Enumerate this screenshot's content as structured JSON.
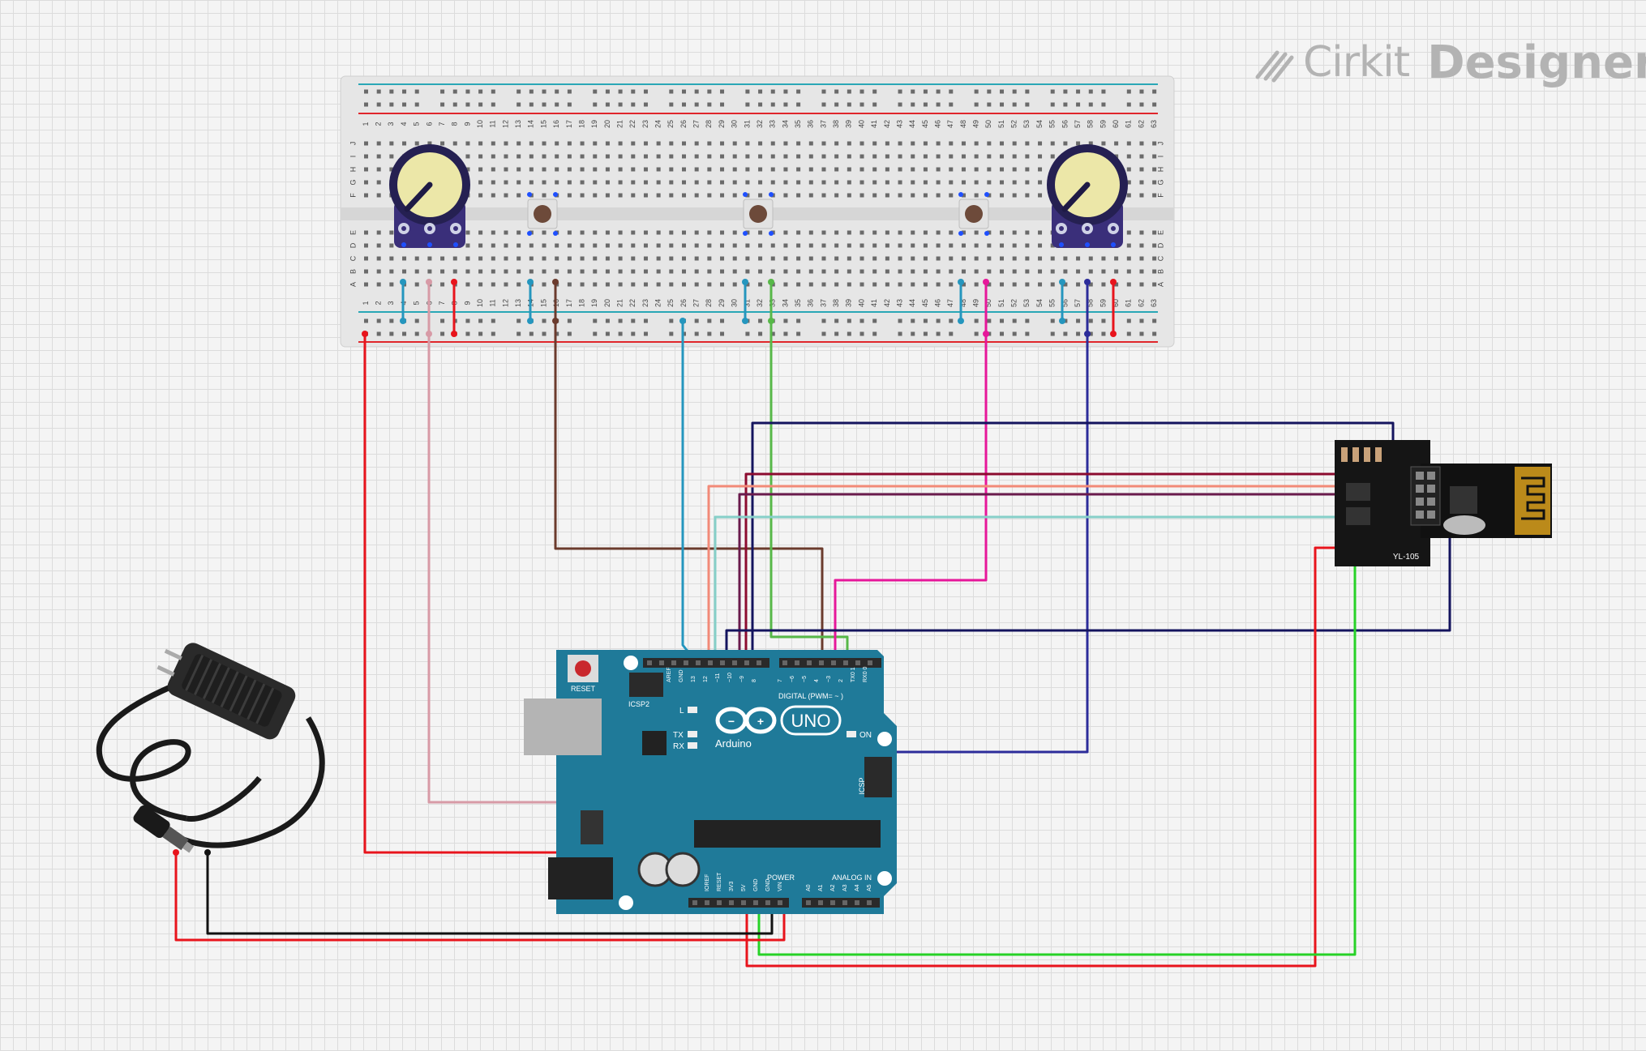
{
  "brand": {
    "name_part1": "Cirkit",
    "name_part2": "Designer",
    "logo_icon": "pen-nib-icon"
  },
  "breadboard": {
    "columns": 63,
    "row_letters_top": [
      "J",
      "I",
      "H",
      "G",
      "F"
    ],
    "row_letters_bottom": [
      "E",
      "D",
      "C",
      "B",
      "A"
    ]
  },
  "arduino": {
    "logo_text": "Arduino",
    "model": "UNO",
    "reset_label": "RESET",
    "icsp2_label": "ICSP2",
    "icsp_label": "ICSP",
    "on_label": "ON",
    "tx_label": "TX",
    "rx_label": "RX",
    "l_label": "L",
    "digital_label": "DIGITAL (PWM= ~ )",
    "power_label": "POWER",
    "analog_label": "ANALOG IN",
    "digital_pins": [
      "AREF",
      "GND",
      "13",
      "12",
      "~11",
      "~10",
      "~9",
      "8",
      "7",
      "~6",
      "~5",
      "4",
      "~3",
      "2",
      "TX0 1",
      "RX0 0"
    ],
    "power_pins": [
      "IOREF",
      "RESET",
      "3V3",
      "5V",
      "GND",
      "GND",
      "VIN"
    ],
    "analog_pins": [
      "A0",
      "A1",
      "A2",
      "A3",
      "A4",
      "A5"
    ]
  },
  "nrf_module": {
    "label": "YL-105"
  },
  "colors": {
    "red": "#e8141c",
    "black": "#111111",
    "green": "#27d227",
    "teal": "#2596be",
    "pink_light": "#d79aa6",
    "brown": "#6b3b2d",
    "magenta": "#e6179a",
    "navy": "#1a1a8c",
    "dark_navy": "#14145e",
    "salmon": "#f28a78",
    "maroon": "#8c0b2f",
    "mint": "#86cfc8",
    "bright_green": "#57b848",
    "deep_purple": "#2c2c9a"
  }
}
